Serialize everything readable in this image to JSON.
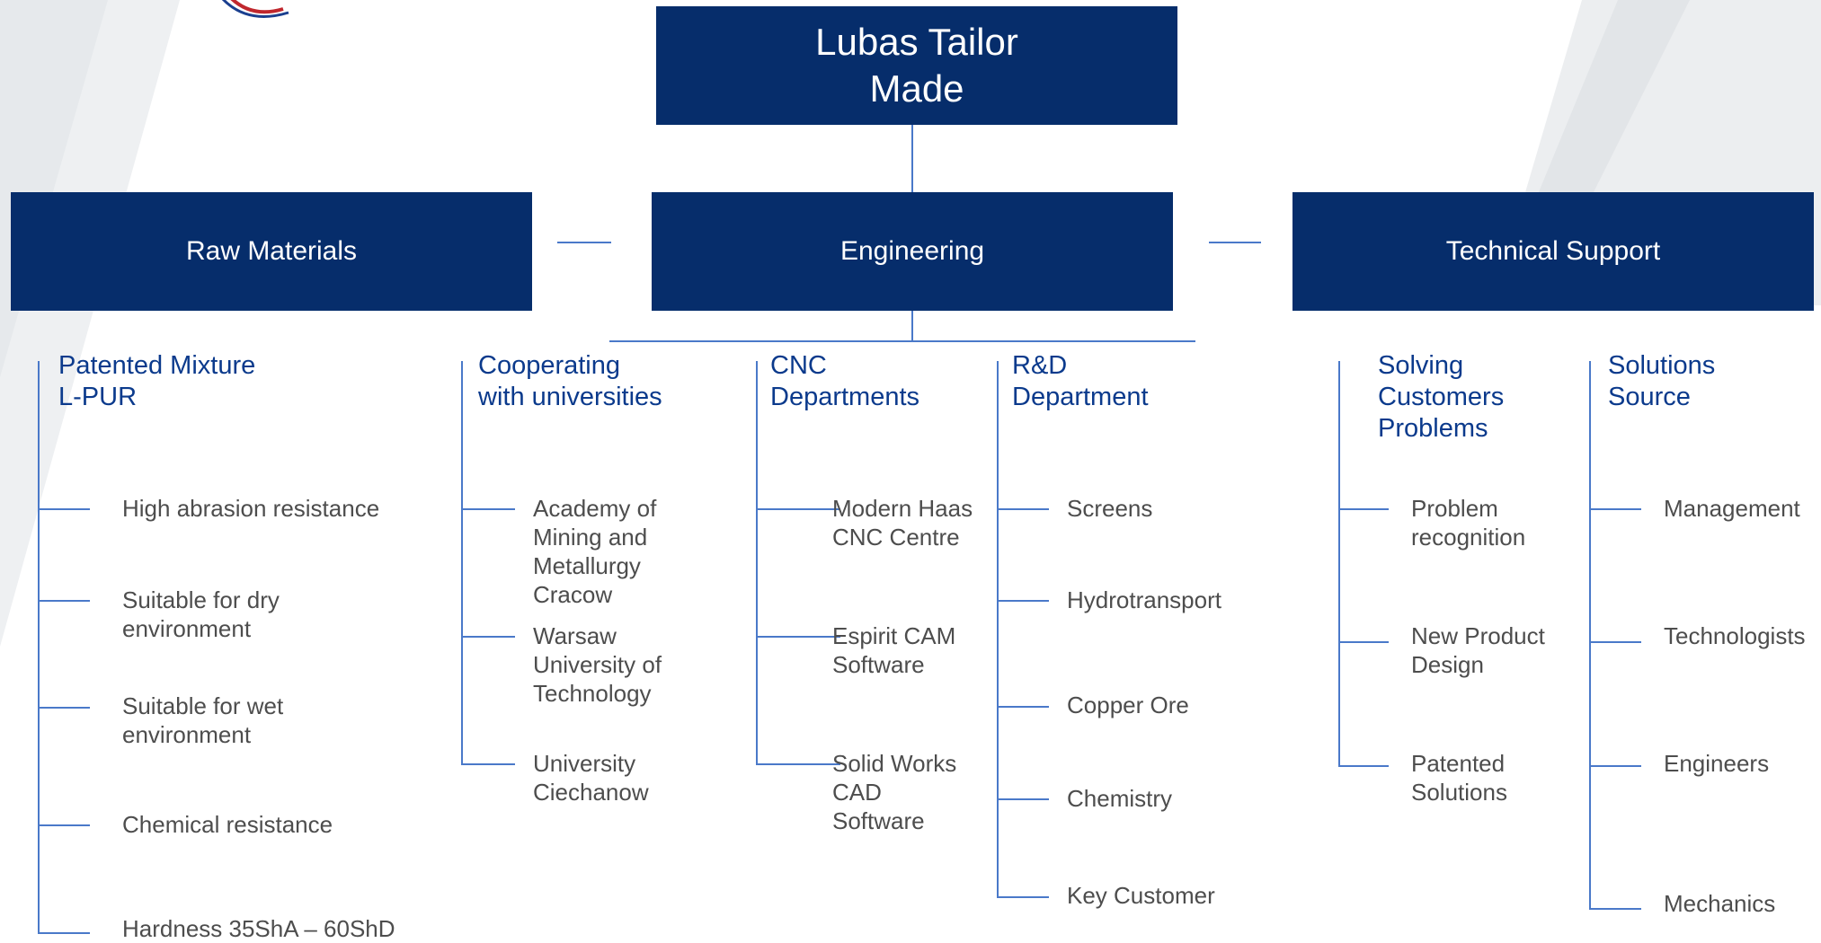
{
  "colors": {
    "box": "#062d6b",
    "heading": "#0b3a8c",
    "leaf": "#4d4d4d",
    "connector": "#4a79c9"
  },
  "top": {
    "title": "Lubas Tailor\nMade"
  },
  "departments": {
    "raw_materials": "Raw Materials",
    "engineering": "Engineering",
    "technical_support": "Technical Support"
  },
  "groups": {
    "patented_mixture": {
      "title": "Patented Mixture\nL-PUR",
      "items": [
        "High abrasion resistance",
        "Suitable for dry\nenvironment",
        "Suitable for wet\nenvironment",
        "Chemical resistance",
        "Hardness 35ShA – 60ShD"
      ]
    },
    "universities": {
      "title": "Cooperating\nwith universities",
      "items": [
        "Academy of\nMining and\nMetallurgy\nCracow",
        "Warsaw\nUniversity of\nTechnology",
        "University\nCiechanow"
      ]
    },
    "cnc": {
      "title": "CNC\nDepartments",
      "items": [
        "Modern Haas\nCNC Centre",
        "Espirit CAM\nSoftware",
        "Solid Works\nCAD\nSoftware"
      ]
    },
    "rnd": {
      "title": "R&D\nDepartment",
      "items": [
        "Screens",
        "Hydrotransport",
        "Copper Ore",
        "Chemistry",
        "Key Customer"
      ]
    },
    "solving": {
      "title": "Solving\nCustomers\nProblems",
      "items": [
        "Problem\nrecognition",
        "New Product\nDesign",
        "Patented\nSolutions"
      ]
    },
    "solutions_source": {
      "title": "Solutions\nSource",
      "items": [
        "Management",
        "Technologists",
        "Engineers",
        "Mechanics"
      ]
    }
  }
}
